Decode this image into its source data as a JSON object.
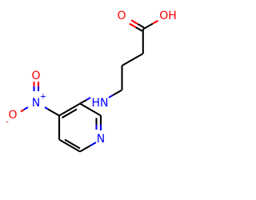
{
  "molecule": {
    "colors": {
      "bond": "#000000",
      "oxygen": "#ff0000",
      "nitrogen": "#0000ff"
    },
    "labels": {
      "carbonyl_oxygen": "O",
      "hydroxyl": "OH",
      "amine": "HN",
      "nitro_nitrogen": "N",
      "nitro_nitrogen_charge": "+",
      "nitro_oxygen_top": "O",
      "nitro_oxygen_left": "O",
      "nitro_oxygen_left_charge": "-",
      "ring_nitrogen": "N"
    }
  }
}
